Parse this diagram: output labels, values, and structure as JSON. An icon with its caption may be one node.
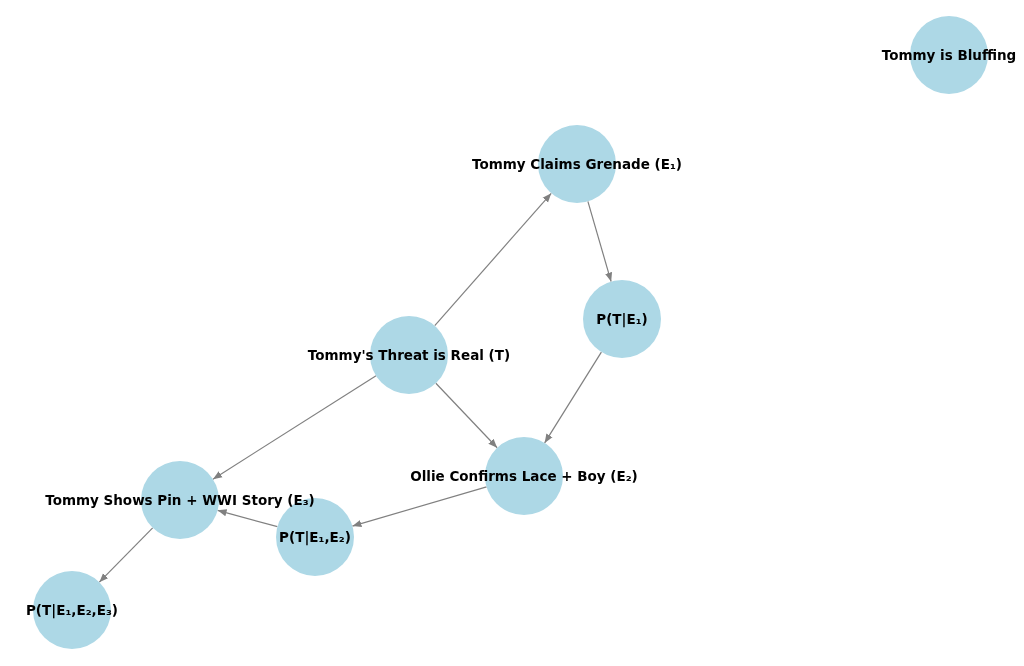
{
  "diagram": {
    "nodes": [
      {
        "text": [
          "Tommy is Bluffing"
        ]
      },
      {
        "text": [
          "Tommy Claims Grenade (E₁)"
        ]
      },
      {
        "text": [
          "P(T|E₁)"
        ]
      },
      {
        "text": [
          "Tommy's Threat is Real (T)"
        ]
      },
      {
        "text": [
          "Ollie Confirms Lace + Boy (E₂)"
        ]
      },
      {
        "text": [
          "Tommy Shows Pin + WWI Story (E₃)"
        ]
      },
      {
        "text": [
          "P(T|E₁,E₂)"
        ]
      },
      {
        "text": [
          "P(T|E₁,E₂,E₃)"
        ]
      }
    ],
    "edges": [
      {
        "from": 3,
        "to": 1,
        "arrow": "to"
      },
      {
        "from": 1,
        "to": 2,
        "arrow": "to"
      },
      {
        "from": 2,
        "to": 4,
        "arrow": "to"
      },
      {
        "from": 3,
        "to": 4,
        "arrow": "to"
      },
      {
        "from": 3,
        "to": 5,
        "arrow": "to"
      },
      {
        "from": 4,
        "to": 6,
        "arrow": "to"
      },
      {
        "from": 6,
        "to": 5,
        "arrow": "to"
      },
      {
        "from": 5,
        "to": 7,
        "arrow": "to"
      }
    ]
  }
}
